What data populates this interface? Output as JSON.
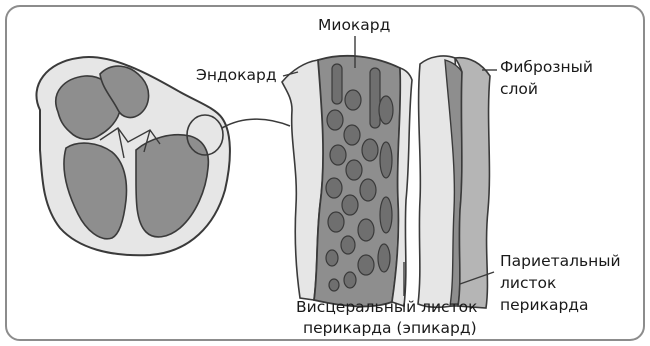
{
  "colors": {
    "frame": "#8c8c8c",
    "outline": "#3a3a3a",
    "light_tissue": "#e6e6e6",
    "mid_tissue": "#b5b5b5",
    "dark_tissue": "#8e8e8e",
    "background": "#ffffff"
  },
  "labels": {
    "myocardium": "Миокард",
    "endocardium": "Эндокард",
    "fibrous_line1": "Фиброзный",
    "fibrous_line2": "слой",
    "parietal_line1": "Париетальный",
    "parietal_line2": "листок",
    "parietal_line3": "перикарда",
    "visceral_line1": "Висцеральный листок",
    "visceral_line2": "перикарда (эпикард)"
  }
}
